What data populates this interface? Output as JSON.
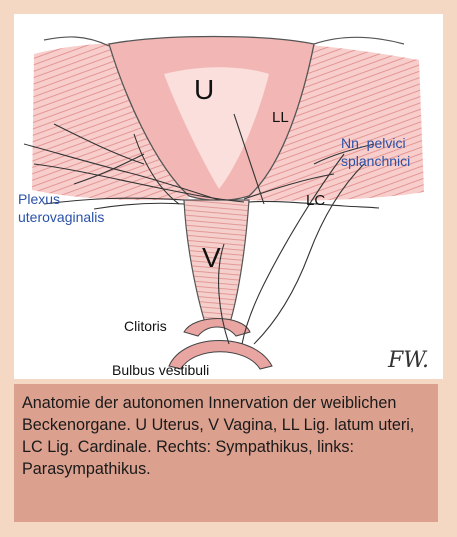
{
  "figure": {
    "labels": {
      "uterus": "U",
      "lig_latum": "LL",
      "nn_pelvici_line1": "Nn. pelvici",
      "nn_pelvici_line2": "splanchnici",
      "plexus_line1": "Plexus",
      "plexus_line2": "uterovaginalis",
      "lig_cardinale": "LC",
      "vagina": "V",
      "clitoris": "Clitoris",
      "bulbus": "Bulbus vestibuli"
    },
    "colors": {
      "tissue_red": "#e89a98",
      "label_blue": "#2a52a8",
      "caption_bg": "#dba08e",
      "frame_bg": "#f4d8c4"
    }
  },
  "caption": {
    "text": "Anatomie der autonomen Innervation der weiblichen Beckenorgane. U Uterus, V Vagina, LL Lig. latum uteri, LC Lig. Cardinale. Rechts: Sympathikus, links: Parasympathikus."
  }
}
